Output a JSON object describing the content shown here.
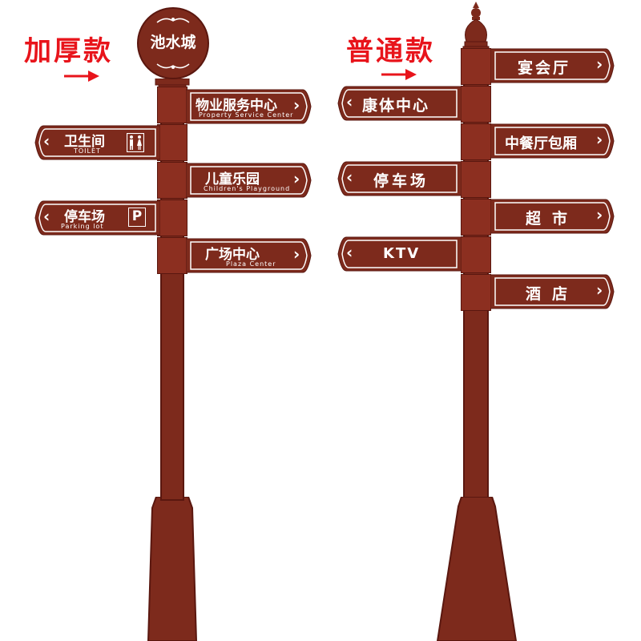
{
  "captions": {
    "thick": "加厚款",
    "normal": "普通款"
  },
  "left_post": {
    "top_disc": "池水城",
    "signs": [
      {
        "label": "物业服务中心",
        "sub": "Property Service Center",
        "direction": "right"
      },
      {
        "label": "卫生间",
        "sub": "TOILET",
        "direction": "left",
        "icon": "toilet-icon"
      },
      {
        "label": "儿童乐园",
        "sub": "Children's Playground",
        "direction": "right"
      },
      {
        "label": "停车场",
        "sub": "Parking lot",
        "direction": "left",
        "icon": "parking-icon",
        "icon_text": "P"
      },
      {
        "label": "广场中心",
        "sub": "Plaza Center",
        "direction": "right"
      }
    ]
  },
  "right_post": {
    "signs": [
      {
        "label": "宴会厅",
        "direction": "right"
      },
      {
        "label": "康体中心",
        "direction": "left"
      },
      {
        "label": "中餐厅包厢",
        "direction": "right"
      },
      {
        "label": "停车场",
        "direction": "left"
      },
      {
        "label": "超市",
        "direction": "right"
      },
      {
        "label": "KTV",
        "direction": "left"
      },
      {
        "label": "酒店",
        "direction": "right"
      }
    ]
  },
  "colors": {
    "sign_brown": "#7d2a1c",
    "pole_brown": "#7d2a1c",
    "caption_red": "#e8141b"
  }
}
